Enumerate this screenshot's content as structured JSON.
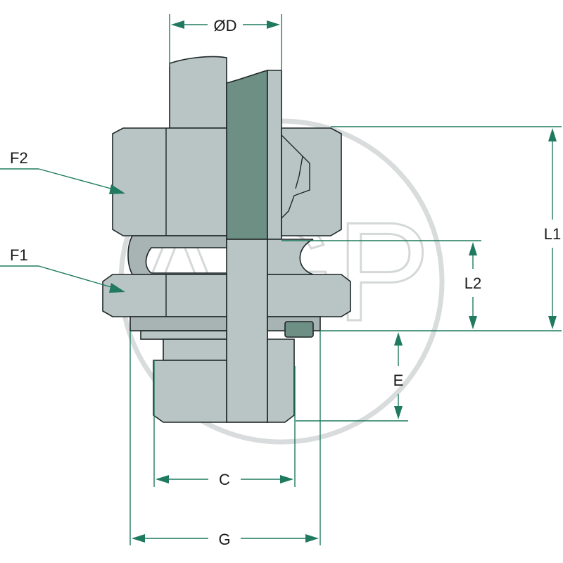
{
  "watermark": {
    "text": "AGP"
  },
  "labels": {
    "diameter": "ØD",
    "f2": "F2",
    "f1": "F1",
    "l1": "L1",
    "l2": "L2",
    "e": "E",
    "c": "C",
    "g": "G"
  },
  "colors": {
    "dimension_line": "#1f7a5f",
    "metal": "#b9c4c4",
    "section_cut": "#6e8f84"
  }
}
